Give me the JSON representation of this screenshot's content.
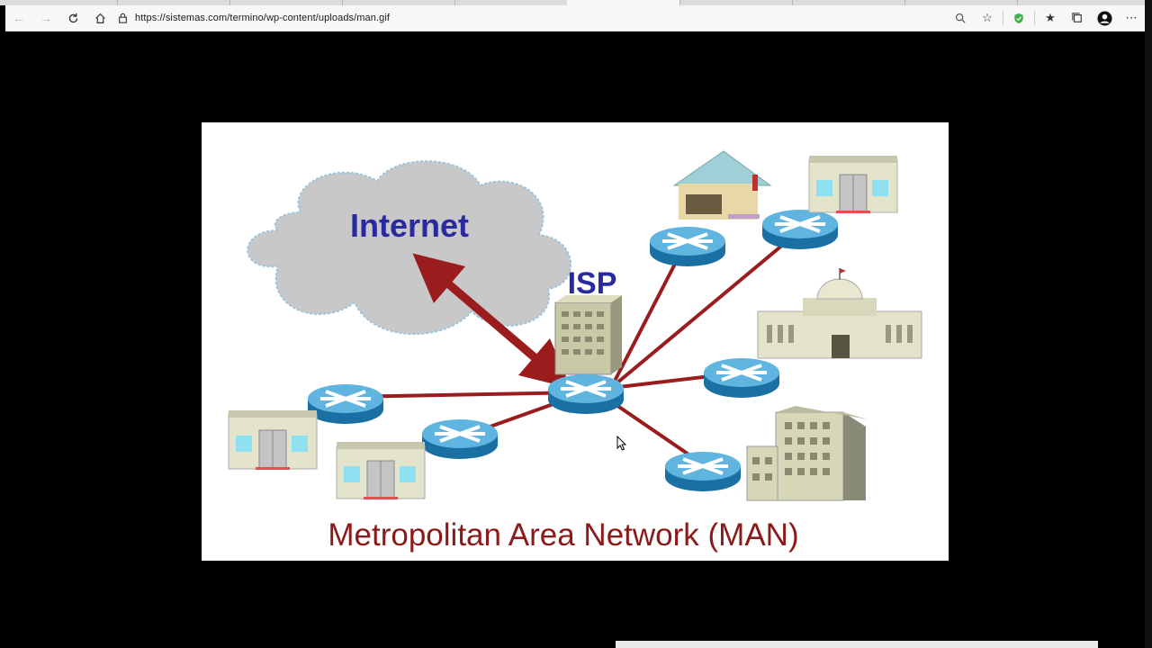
{
  "browser": {
    "address_url": "https://sistemas.com/termino/wp-content/uploads/man.gif",
    "icons": [
      "back-arrow-icon",
      "forward-arrow-icon",
      "refresh-icon",
      "home-icon",
      "lock-icon",
      "zoom-icon",
      "star-icon",
      "shield-icon",
      "favorites-icon",
      "collections-icon",
      "profile-icon",
      "more-icon"
    ]
  },
  "diagram": {
    "internet_label": "Internet",
    "isp_label": "ISP",
    "caption": "Metropolitan Area Network (MAN)"
  },
  "colors": {
    "link_red": "#9b1c1c",
    "caption_red": "#8b1a1a",
    "label_blue": "#2a2aa0",
    "cloud_fill": "#c8c8c8",
    "router_blue": "#1f7fb8"
  }
}
